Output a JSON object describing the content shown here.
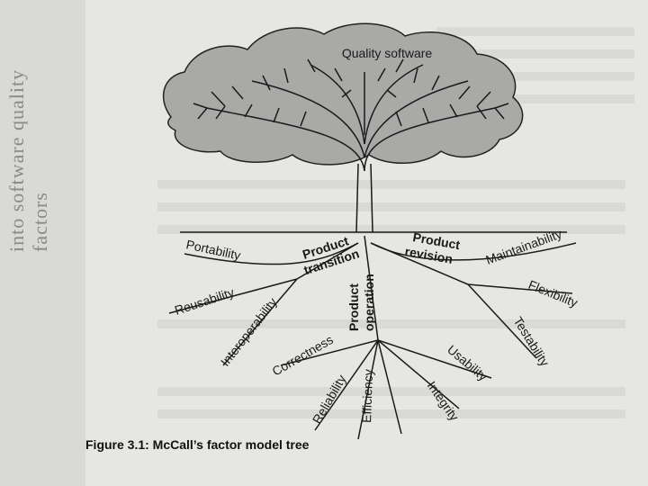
{
  "diagram": {
    "title": "Quality software",
    "categories": [
      {
        "id": "transition",
        "lines": [
          "Product",
          "transition"
        ]
      },
      {
        "id": "revision",
        "lines": [
          "Product",
          "revision"
        ]
      },
      {
        "id": "operation",
        "lines": [
          "Product",
          "operation"
        ]
      }
    ],
    "factors": {
      "portability": "Portability",
      "reusability": "Reusability",
      "interoperability": "Interoperability",
      "maintainability": "Maintainability",
      "flexibility": "Flexibility",
      "testability": "Testability",
      "correctness": "Correctness",
      "reliability": "Reliability",
      "efficiency": "Efficiency",
      "integrity": "Integrity",
      "usability": "Usability"
    }
  },
  "caption": "Figure 3.1: McCall’s factor model tree",
  "left_margin_text": "into software quality factors"
}
